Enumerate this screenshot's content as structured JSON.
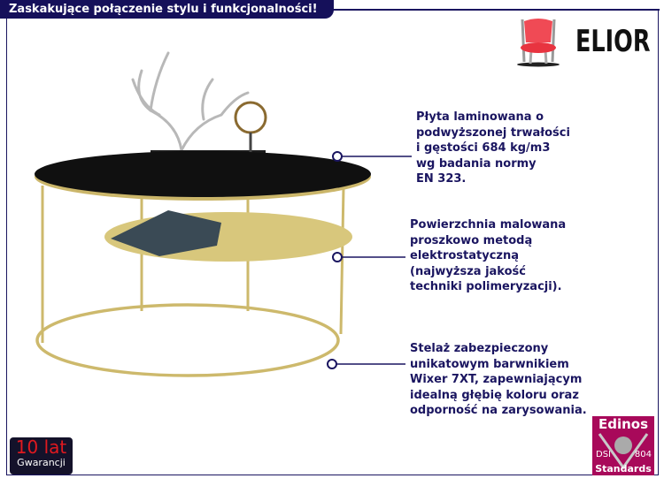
{
  "header": {
    "title": "Zaskakujące połączenie stylu i funkcjonalności!"
  },
  "logo": {
    "brand": "ELIOR"
  },
  "features": [
    {
      "text": "Płyta laminowana o\npodwyższonej trwałości\ni gęstości 684 kg/m3\nwg badania normy\nEN 323."
    },
    {
      "text": "Powierzchnia malowana\nproszkowo metodą\nelektrostatyczną\n(najwyższa jakość\ntechniki polimeryzacji)."
    },
    {
      "text": "Stelaż zabezpieczony\nunikatowym barwnikiem\nWixer 7XT, zapewniającym\nidealną głębię koloru oraz\nodporność na zarysowania."
    }
  ],
  "warranty": {
    "years": "10 lat",
    "label": "Gwarancji"
  },
  "certificate": {
    "name": "Edinos",
    "left": "DSI",
    "right": "804",
    "bottom": "Standards"
  },
  "colors": {
    "navy": "#1a1560",
    "gold": "#d4c27a",
    "top": "#111111",
    "cert": "#a8095a"
  }
}
